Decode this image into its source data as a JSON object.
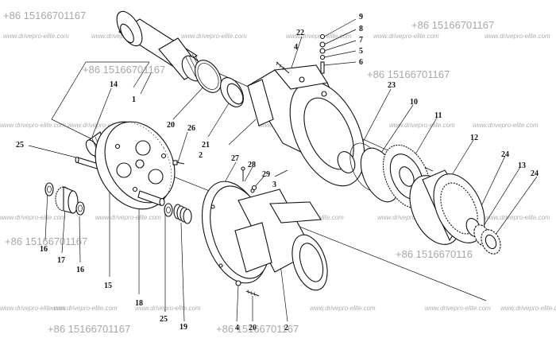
{
  "callouts": [
    {
      "id": "c1",
      "text": "1"
    },
    {
      "id": "c2",
      "text": "2"
    },
    {
      "id": "c2b",
      "text": "2"
    },
    {
      "id": "c3",
      "text": "3"
    },
    {
      "id": "c4a",
      "text": "4"
    },
    {
      "id": "c4b",
      "text": "4"
    },
    {
      "id": "c5",
      "text": "5"
    },
    {
      "id": "c6",
      "text": "6"
    },
    {
      "id": "c7",
      "text": "7"
    },
    {
      "id": "c8",
      "text": "8"
    },
    {
      "id": "c9",
      "text": "9"
    },
    {
      "id": "c10",
      "text": "10"
    },
    {
      "id": "c11",
      "text": "11"
    },
    {
      "id": "c12",
      "text": "12"
    },
    {
      "id": "c13",
      "text": "13"
    },
    {
      "id": "c14",
      "text": "14"
    },
    {
      "id": "c15",
      "text": "15"
    },
    {
      "id": "c16a",
      "text": "16"
    },
    {
      "id": "c16b",
      "text": "16"
    },
    {
      "id": "c17",
      "text": "17"
    },
    {
      "id": "c18",
      "text": "18"
    },
    {
      "id": "c19",
      "text": "19"
    },
    {
      "id": "c20a",
      "text": "20"
    },
    {
      "id": "c20b",
      "text": "20"
    },
    {
      "id": "c21",
      "text": "21"
    },
    {
      "id": "c22",
      "text": "22"
    },
    {
      "id": "c23",
      "text": "23"
    },
    {
      "id": "c24a",
      "text": "24"
    },
    {
      "id": "c24b",
      "text": "24"
    },
    {
      "id": "c25a",
      "text": "25"
    },
    {
      "id": "c25b",
      "text": "25"
    },
    {
      "id": "c26",
      "text": "26"
    },
    {
      "id": "c27",
      "text": "27"
    },
    {
      "id": "c28",
      "text": "28"
    },
    {
      "id": "c29",
      "text": "29"
    }
  ],
  "watermarks": {
    "phone": "+86 15166701167",
    "phone_alt": "+86 1516670116",
    "url": "www.drivepro-elite.com"
  }
}
